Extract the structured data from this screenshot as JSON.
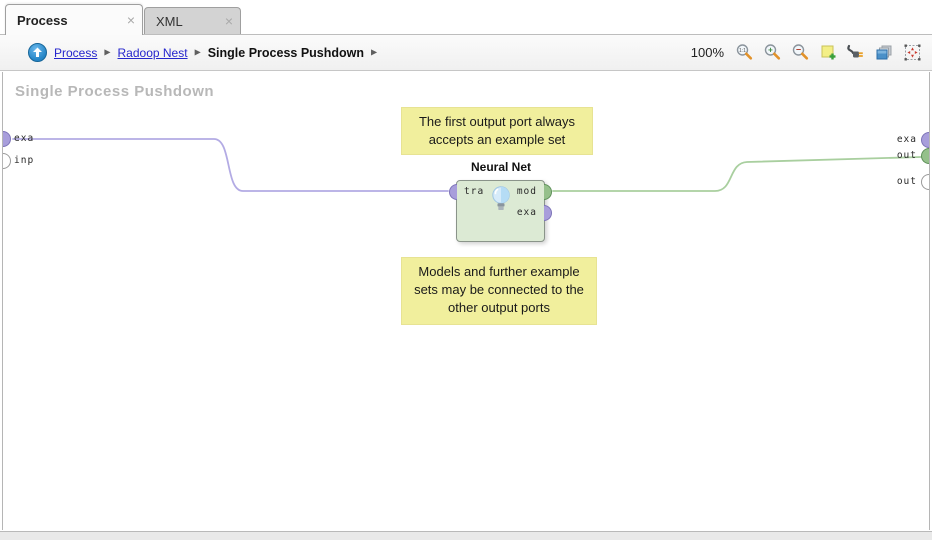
{
  "tabs": [
    {
      "label": "Process",
      "active": true
    },
    {
      "label": "XML",
      "active": false
    }
  ],
  "close_glyph": "×",
  "breadcrumb": {
    "separator": "▶",
    "items": [
      {
        "label": "Process"
      },
      {
        "label": "Radoop Nest"
      },
      {
        "label": "Single Process Pushdown"
      }
    ]
  },
  "toolbar": {
    "zoom_level": "100%",
    "icons": [
      "zoom-actual-size-icon",
      "zoom-in-icon",
      "zoom-out-icon",
      "add-note-icon",
      "auto-wire-icon",
      "arrange-operators-icon",
      "fit-to-screen-icon"
    ]
  },
  "canvas": {
    "title": "Single Process Pushdown",
    "left_ports": [
      {
        "label": "exa",
        "state": "connected-example"
      },
      {
        "label": "inp",
        "state": "empty"
      }
    ],
    "right_ports": [
      {
        "label": "exa",
        "state": "example"
      },
      {
        "label": "out",
        "state": "connected-model"
      },
      {
        "label": "out",
        "state": "empty"
      }
    ],
    "operator": {
      "name": "Neural Net",
      "icon": "lightbulb-icon",
      "input_ports": [
        {
          "label": "tra"
        }
      ],
      "output_ports": [
        {
          "label": "mod"
        },
        {
          "label": "exa"
        }
      ]
    },
    "notes": [
      {
        "text": "The first output port always accepts an example set"
      },
      {
        "text": "Models and further example sets may be connected to the other output ports"
      }
    ],
    "connections": [
      {
        "from": "input exa",
        "to": "Neural Net tra",
        "color": "#b3abe4"
      },
      {
        "from": "Neural Net mod",
        "to": "output out",
        "color": "#a9cf9f"
      }
    ]
  },
  "colors": {
    "connection_example": "#b3abe4",
    "connection_model": "#a9cf9f",
    "port_example_fill": "#a89edb",
    "port_model_fill": "#95c08b",
    "operator_fill": "#dcead4",
    "note_bg": "#f1ef9d",
    "link_blue": "#2525cd",
    "canvas_title_gray": "#b8b8b8",
    "active_tab_bg": "#fbfbfb",
    "inactive_tab_bg": "#d3d3d3"
  }
}
